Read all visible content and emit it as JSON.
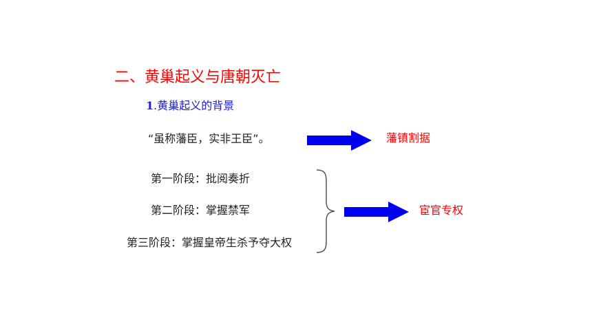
{
  "slide": {
    "section_title": "二、黄巢起义与唐朝灭亡",
    "sub_heading": {
      "number": "1",
      "text": ".黄巢起义的背景"
    },
    "quote": "“虽称藩臣，实非王臣”。",
    "quote_result": "藩镇割据",
    "stages": [
      {
        "label": "第一阶段：批阅奏折"
      },
      {
        "label": "第二阶段：掌握禁军"
      },
      {
        "label": "第三阶段：掌握皇帝生杀予夺大权"
      }
    ],
    "stages_result": "宦官专权"
  },
  "colors": {
    "title": "#ff0000",
    "subheading": "#1f1fcf",
    "body_text": "#222222",
    "result": "#ff0000",
    "arrow": "#0000ee"
  },
  "icons": {
    "arrow": "right-arrow-icon",
    "brace": "right-curly-brace-icon"
  }
}
